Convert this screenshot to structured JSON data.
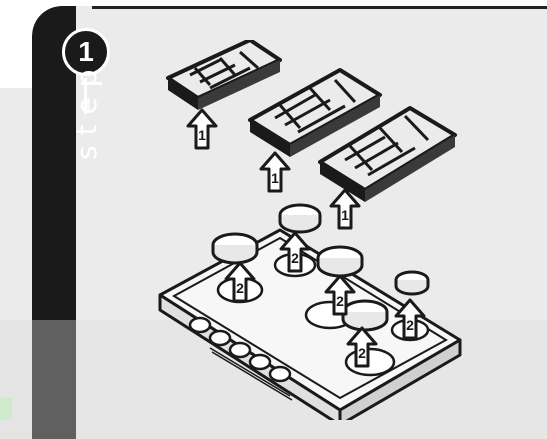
{
  "step": {
    "number": "1",
    "word": "step"
  },
  "arrows": {
    "grate_label": "1",
    "cap_label": "2"
  }
}
